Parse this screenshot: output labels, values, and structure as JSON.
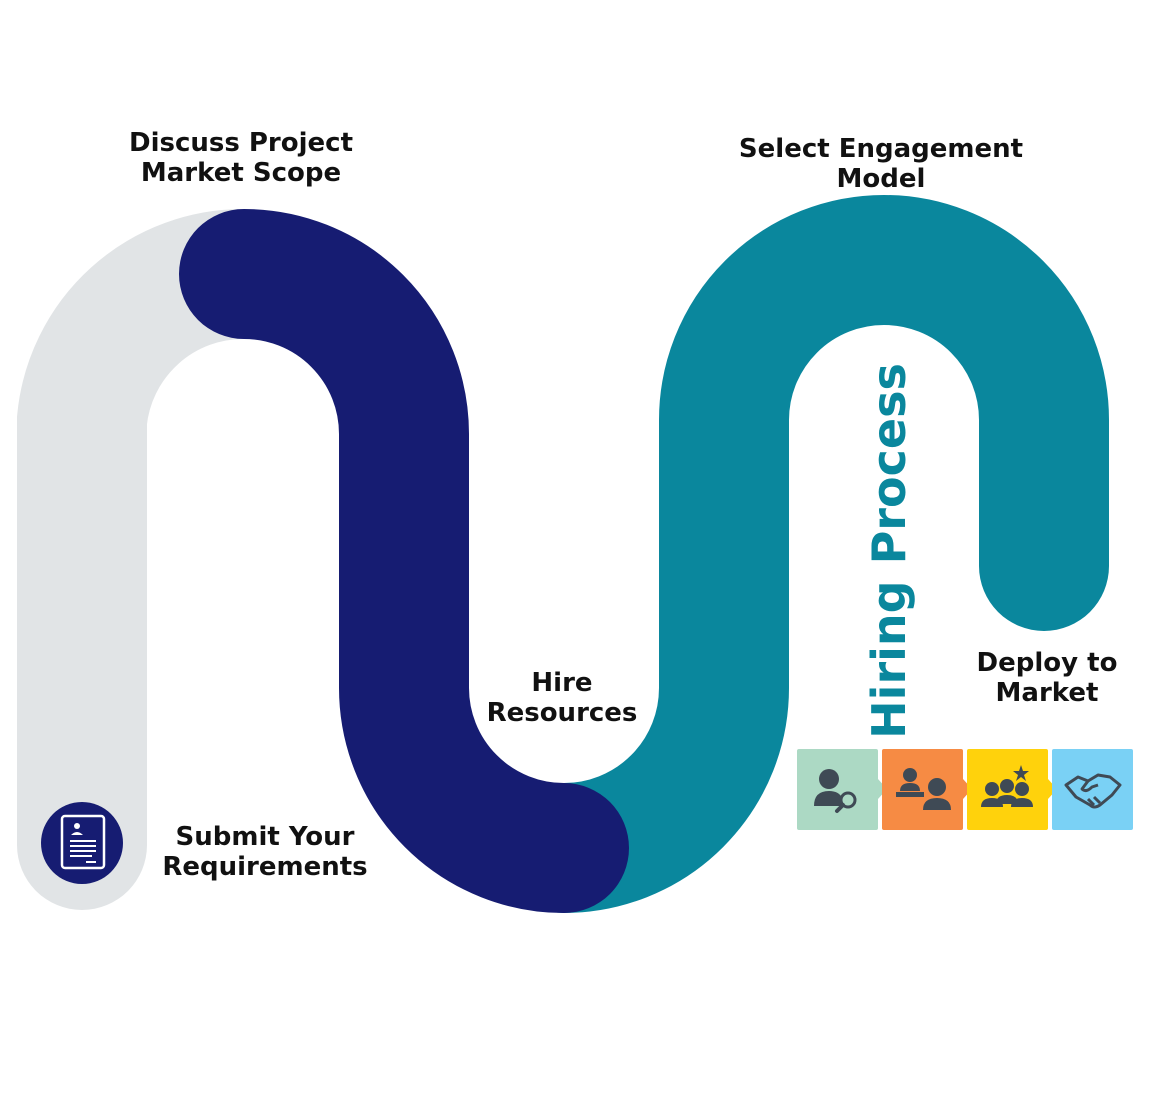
{
  "title": "Hiring Process",
  "steps": [
    {
      "id": "submit",
      "lines": [
        "Submit Your",
        "Requirements"
      ]
    },
    {
      "id": "discuss",
      "lines": [
        "Discuss Project",
        "Market Scope"
      ]
    },
    {
      "id": "hire",
      "lines": [
        "Hire",
        "Resources"
      ]
    },
    {
      "id": "select",
      "lines": [
        "Select Engagement",
        "Model"
      ]
    },
    {
      "id": "deploy",
      "lines": [
        "Deploy to",
        "Market"
      ]
    }
  ],
  "colors": {
    "track_grey": "#e1e4e6",
    "navy": "#161c72",
    "teal": "#0a879d",
    "title_teal": "#0a879d",
    "tile_green": "#acd9c4",
    "tile_orange": "#f68b44",
    "tile_yellow": "#ffd20c",
    "tile_blue": "#7ad1f5",
    "icon_dark": "#3f4a55"
  },
  "icons": [
    "document-icon",
    "user-search-icon",
    "interview-icon",
    "team-star-icon",
    "handshake-icon"
  ]
}
